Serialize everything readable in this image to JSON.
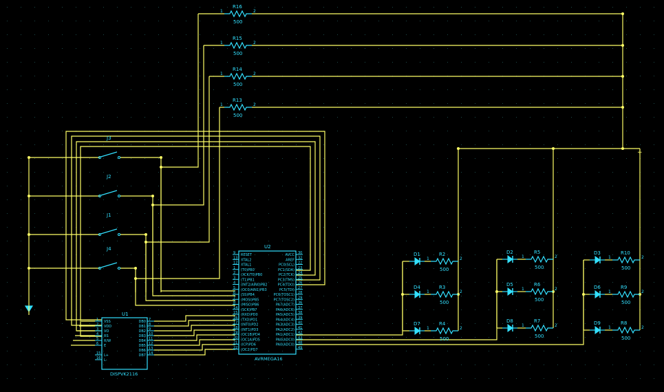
{
  "colors": {
    "background": "#000000",
    "wire": "#ffff66",
    "component": "#33e0ff",
    "grid": "#1c4a4a"
  },
  "resistors": [
    {
      "ref": "R16",
      "value": "500",
      "pin1": "1",
      "pin2": "2"
    },
    {
      "ref": "R15",
      "value": "500",
      "pin1": "1",
      "pin2": "2"
    },
    {
      "ref": "R14",
      "value": "500",
      "pin1": "1",
      "pin2": "2"
    },
    {
      "ref": "R13",
      "value": "500",
      "pin1": "1",
      "pin2": "2"
    },
    {
      "ref": "R2",
      "value": "500",
      "pin1": "1",
      "pin2": "2"
    },
    {
      "ref": "R3",
      "value": "500",
      "pin1": "1",
      "pin2": "2"
    },
    {
      "ref": "R4",
      "value": "500",
      "pin1": "1",
      "pin2": "2"
    },
    {
      "ref": "R5",
      "value": "500",
      "pin1": "1",
      "pin2": "2"
    },
    {
      "ref": "R6",
      "value": "500",
      "pin1": "1",
      "pin2": "2"
    },
    {
      "ref": "R7",
      "value": "500",
      "pin1": "1",
      "pin2": "2"
    },
    {
      "ref": "R10",
      "value": "500",
      "pin1": "1",
      "pin2": "2"
    },
    {
      "ref": "R9",
      "value": "500",
      "pin1": "1",
      "pin2": "2"
    },
    {
      "ref": "R8",
      "value": "500",
      "pin1": "1",
      "pin2": "2"
    }
  ],
  "diodes": [
    "D1",
    "D4",
    "D7",
    "D2",
    "D5",
    "D8",
    "D3",
    "D6",
    "D9"
  ],
  "switches": [
    "J3",
    "J2",
    "J1",
    "J4"
  ],
  "u2": {
    "ref": "U2",
    "name": "AVRMEGA16",
    "left_pins": [
      {
        "num": "9",
        "label": "RESET"
      },
      {
        "num": "13",
        "label": "XTAL2"
      },
      {
        "num": "12",
        "label": "XTAL1"
      },
      {
        "num": "1",
        "label": "(T0)PB0"
      },
      {
        "num": "2",
        "label": "(XCK/T0)PB0"
      },
      {
        "num": "3",
        "label": "(T1)PB1"
      },
      {
        "num": "4",
        "label": "(INT2/AIN0)PB2"
      },
      {
        "num": "5",
        "label": "(OC0/AIN1)PB3"
      },
      {
        "num": "6",
        "label": "(SS)PB4"
      },
      {
        "num": "7",
        "label": "(MOSI)PB5"
      },
      {
        "num": "8",
        "label": "(MISO)PB6"
      },
      {
        "num": "14",
        "label": "(SCK)PB7"
      },
      {
        "num": "15",
        "label": "(RXD)PD0"
      },
      {
        "num": "16",
        "label": "(TXD)PD1"
      },
      {
        "num": "17",
        "label": "(INT0)PD2"
      },
      {
        "num": "18",
        "label": "(INT1)PD3"
      },
      {
        "num": "19",
        "label": "(OC1B)PD4"
      },
      {
        "num": "20",
        "label": "(OC1A)PD5"
      },
      {
        "num": "21",
        "label": "(ICP)PD6"
      },
      {
        "num": "22",
        "label": "(OC2)PD7"
      }
    ],
    "right_pins": [
      {
        "num": "30",
        "label": "AVCC"
      },
      {
        "num": "32",
        "label": "AREF"
      },
      {
        "num": "22",
        "label": "PC0(SCL)"
      },
      {
        "num": "23",
        "label": "PC1(SDA)"
      },
      {
        "num": "24",
        "label": "PC2(TCK)"
      },
      {
        "num": "25",
        "label": "PC3(TMS)"
      },
      {
        "num": "26",
        "label": "PC4(TDO)"
      },
      {
        "num": "27",
        "label": "PC5(TDI)"
      },
      {
        "num": "28",
        "label": "PC6(TOSC1)"
      },
      {
        "num": "29",
        "label": "PC7(TOSC2)"
      },
      {
        "num": "36",
        "label": "PA7(ADC7)"
      },
      {
        "num": "37",
        "label": "PA6(ADC6)"
      },
      {
        "num": "38",
        "label": "PA5(ADC5)"
      },
      {
        "num": "39",
        "label": "PA4(ADC4)"
      },
      {
        "num": "40",
        "label": "PA3(ADC3)"
      },
      {
        "num": "41",
        "label": "PA2(ADC2)"
      },
      {
        "num": "42",
        "label": "PA1(ADC1)"
      },
      {
        "num": "43",
        "label": "PA0(ADC0)"
      },
      {
        "num": "48",
        "label": "PA0(ADC0)"
      },
      {
        "num": "49",
        "label": ""
      }
    ]
  },
  "u1": {
    "ref": "U1",
    "name": "DISPVK2116",
    "left_pins": [
      {
        "num": "1",
        "label": "VSS"
      },
      {
        "num": "2",
        "label": "VDD"
      },
      {
        "num": "3",
        "label": "VO"
      },
      {
        "num": "4",
        "label": "RS"
      },
      {
        "num": "5",
        "label": "R/W"
      },
      {
        "num": "6",
        "label": "E"
      },
      {
        "num": "15",
        "label": "L+"
      },
      {
        "num": "16",
        "label": "L-"
      }
    ],
    "right_pins": [
      {
        "num": "7",
        "label": "DB0"
      },
      {
        "num": "8",
        "label": "DB1"
      },
      {
        "num": "9",
        "label": "DB2"
      },
      {
        "num": "10",
        "label": "DB3"
      },
      {
        "num": "11",
        "label": "DB4"
      },
      {
        "num": "12",
        "label": "DB5"
      },
      {
        "num": "13",
        "label": "DB6"
      },
      {
        "num": "14",
        "label": "DB7"
      }
    ]
  }
}
